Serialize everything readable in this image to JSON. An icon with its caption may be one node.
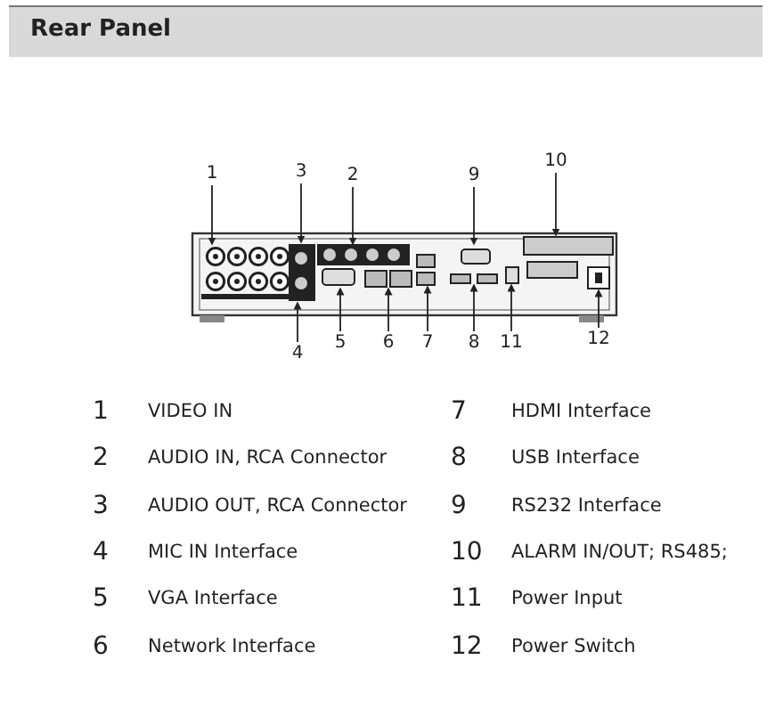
{
  "diagram": {
    "title": "Rear Panel",
    "nodes": [
      {
        "text": [
          "1"
        ]
      },
      {
        "text": [
          "3"
        ]
      },
      {
        "text": [
          "2"
        ]
      },
      {
        "text": [
          "9"
        ]
      },
      {
        "text": [
          "10"
        ]
      },
      {
        "text": [
          "4"
        ]
      },
      {
        "text": [
          "5"
        ]
      },
      {
        "text": [
          "6"
        ]
      },
      {
        "text": [
          "7"
        ]
      },
      {
        "text": [
          "8"
        ]
      },
      {
        "text": [
          "11"
        ]
      },
      {
        "text": [
          "12"
        ]
      },
      {
        "text": [],
        "shape": "picture"
      }
    ],
    "edges": [
      {
        "from": 0,
        "to": 12,
        "arrow": "to"
      },
      {
        "from": 1,
        "to": 12,
        "arrow": "to"
      },
      {
        "from": 2,
        "to": 12,
        "arrow": "to"
      },
      {
        "from": 3,
        "to": 12,
        "arrow": "to"
      },
      {
        "from": 4,
        "to": 12,
        "arrow": "to"
      },
      {
        "from": 5,
        "to": 12,
        "arrow": "to"
      },
      {
        "from": 6,
        "to": 12,
        "arrow": "to"
      },
      {
        "from": 7,
        "to": 12,
        "arrow": "to"
      },
      {
        "from": 8,
        "to": 12,
        "arrow": "to"
      },
      {
        "from": 9,
        "to": 12,
        "arrow": "to"
      },
      {
        "from": 10,
        "to": 12,
        "arrow": "to"
      },
      {
        "from": 11,
        "to": 12,
        "arrow": "to"
      }
    ],
    "labels": [
      "1",
      "VIDEO IN",
      "7",
      "HDMI Interface",
      "2",
      "AUDIO IN, RCA Connector",
      "8",
      "USB Interface",
      "3",
      "AUDIO OUT, RCA Connector",
      "9",
      "RS232 Interface",
      "4",
      "MIC IN Interface",
      "10",
      "ALARM IN/OUT; RS485;",
      "5",
      "VGA Interface",
      "11",
      "Power Input",
      "6",
      "Network Interface",
      "12",
      "Power Switch"
    ]
  }
}
